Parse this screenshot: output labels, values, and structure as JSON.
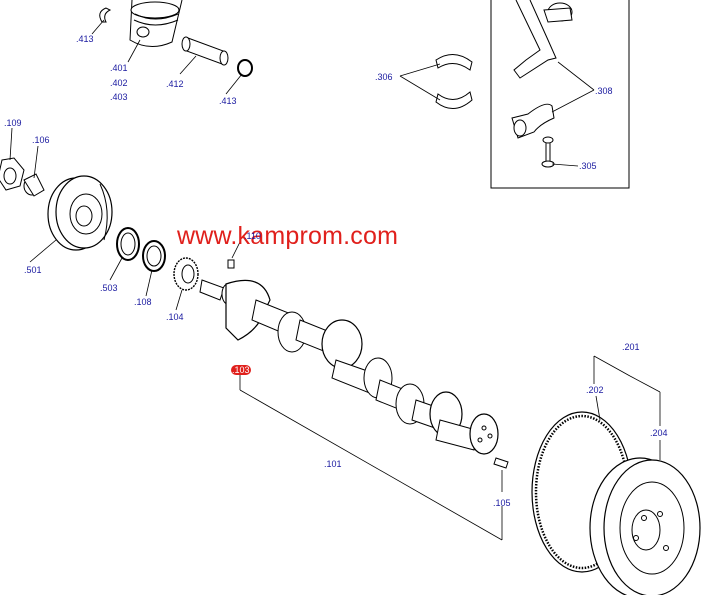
{
  "watermark": "www.kamprom.com",
  "colors": {
    "label": "#1a1aa0",
    "highlight": "#e0201c",
    "line": "#000000"
  },
  "labels": {
    "p413a": ".413",
    "p401": ".401",
    "p402": ".402",
    "p403": ".403",
    "p412": ".412",
    "p413b": ".413",
    "p306": ".306",
    "p308": ".308",
    "p305": ".305",
    "p109": ".109",
    "p106": ".106",
    "p501": ".501",
    "p503": ".503",
    "p108": ".108",
    "p104": ".104",
    "p110": ".110",
    "p103": ".103",
    "p101": ".101",
    "p105": ".105",
    "p201": ".201",
    "p202": ".202",
    "p204": ".204"
  }
}
